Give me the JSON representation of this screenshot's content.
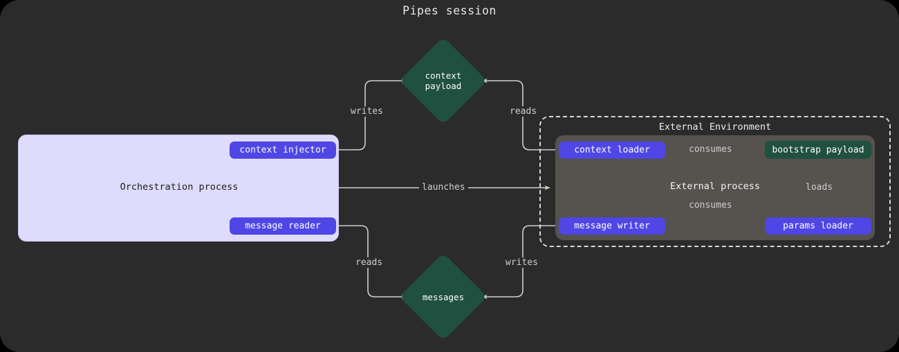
{
  "title": "Pipes session",
  "theme": {
    "page_bg": "#2b2b2b",
    "orchestration_bg": "#dedbfc",
    "external_process_bg": "#56524d",
    "chip_purple": "#4f46e5",
    "chip_teal": "#20503f",
    "edge_color": "#d0cfcb",
    "text_light": "#e8e8e8",
    "text_dark": "#1b1b1b"
  },
  "groups": {
    "orchestration": {
      "label": "Orchestration process"
    },
    "external_environment": {
      "label": "External Environment"
    },
    "external_process": {
      "label": "External process"
    }
  },
  "nodes": {
    "context_injector": {
      "label": "context injector",
      "kind": "chip-purple"
    },
    "message_reader": {
      "label": "message reader",
      "kind": "chip-purple"
    },
    "context_loader": {
      "label": "context loader",
      "kind": "chip-purple"
    },
    "message_writer": {
      "label": "message writer",
      "kind": "chip-purple"
    },
    "params_loader": {
      "label": "params loader",
      "kind": "chip-purple"
    },
    "bootstrap_payload": {
      "label": "bootstrap payload",
      "kind": "chip-teal"
    },
    "context_payload": {
      "label": "context\npayload",
      "kind": "diamond-teal"
    },
    "messages": {
      "label": "messages",
      "kind": "diamond-teal"
    }
  },
  "edges": {
    "writes_context": {
      "label": "writes",
      "from": "context_injector",
      "to": "context_payload"
    },
    "reads_context": {
      "label": "reads",
      "from": "context_loader",
      "to": "context_payload"
    },
    "launches": {
      "label": "launches",
      "from": "orchestration",
      "to": "external_process"
    },
    "reads_messages": {
      "label": "reads",
      "from": "message_reader",
      "to": "messages"
    },
    "writes_messages": {
      "label": "writes",
      "from": "message_writer",
      "to": "messages"
    },
    "consumes_top": {
      "label": "consumes",
      "from": "context_loader",
      "to": "bootstrap_payload"
    },
    "consumes_bottom": {
      "label": "consumes",
      "from": "message_writer",
      "to": "bootstrap_payload"
    },
    "loads": {
      "label": "loads",
      "from": "params_loader",
      "to": "bootstrap_payload"
    }
  }
}
